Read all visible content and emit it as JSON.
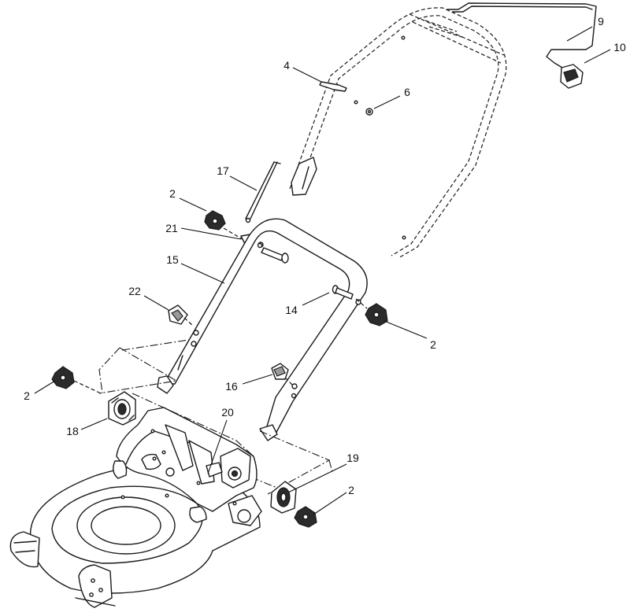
{
  "callouts": [
    {
      "id": "c-9",
      "label": "9"
    },
    {
      "id": "c-10",
      "label": "10"
    },
    {
      "id": "c-4",
      "label": "4"
    },
    {
      "id": "c-6",
      "label": "6"
    },
    {
      "id": "c-17",
      "label": "17"
    },
    {
      "id": "c-2a",
      "label": "2"
    },
    {
      "id": "c-21",
      "label": "21"
    },
    {
      "id": "c-15",
      "label": "15"
    },
    {
      "id": "c-22",
      "label": "22"
    },
    {
      "id": "c-14",
      "label": "14"
    },
    {
      "id": "c-2b",
      "label": "2"
    },
    {
      "id": "c-2c",
      "label": "2"
    },
    {
      "id": "c-16",
      "label": "16"
    },
    {
      "id": "c-20",
      "label": "20"
    },
    {
      "id": "c-18",
      "label": "18"
    },
    {
      "id": "c-19",
      "label": "19"
    },
    {
      "id": "c-2d",
      "label": "2"
    }
  ],
  "colors": {
    "line": "#1a1a1a",
    "background": "#ffffff"
  }
}
